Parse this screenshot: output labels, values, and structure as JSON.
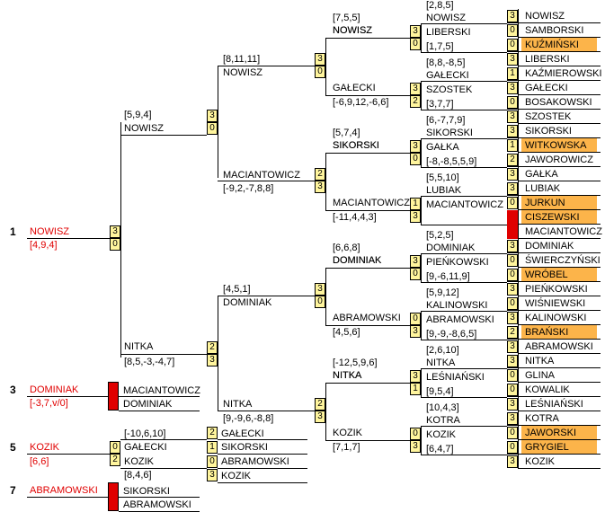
{
  "final": {
    "seed": "1",
    "name": "NOWISZ",
    "score": "[4,9,4]",
    "s1": "3",
    "s2": "0"
  },
  "semi": {
    "top": {
      "name": "NOWISZ",
      "score": "[5,9,4]",
      "s1": "3",
      "s2": "0"
    },
    "bottom": {
      "name": "NITKA",
      "score": "[8,5,-3,-4,7]",
      "s1": "2",
      "s2": "3"
    }
  },
  "quarter": {
    "q1": {
      "name": "NOWISZ",
      "score": "[8,11,11]",
      "s1": "3",
      "s2": "0"
    },
    "q2": {
      "name": "MACIANTOWICZ",
      "score": "[-9,2,-7,8,8]",
      "s1": "2",
      "s2": "3"
    },
    "q3": {
      "name": "DOMINIAK",
      "score": "[4,5,1]",
      "s1": "3",
      "s2": "0"
    },
    "q4": {
      "name": "NITKA",
      "score": "[9,-9,6,-8,8]",
      "s1": "2",
      "s2": "3"
    }
  },
  "r16": [
    {
      "name": "NOWISZ",
      "score": "[7,5,5]",
      "s1": "3",
      "s2": "0"
    },
    {
      "name": "GAŁECKI",
      "score": "[-6,9,12,-6,6]",
      "s1": "3",
      "s2": "2"
    },
    {
      "name": "SIKORSKI",
      "score": "[5,7,4]",
      "s1": "3",
      "s2": "0"
    },
    {
      "name": "MACIANTOWICZ",
      "score": "[-11,4,4,3]",
      "s1": "1",
      "s2": "3"
    },
    {
      "name": "DOMINIAK",
      "score": "[6,6,8]",
      "s1": "3",
      "s2": "0"
    },
    {
      "name": "ABRAMOWSKI",
      "score": "[4,5,6]",
      "s1": "0",
      "s2": "3"
    },
    {
      "name": "NITKA",
      "score": "[-12,5,9,6]",
      "s1": "3",
      "s2": "1"
    },
    {
      "name": "KOZIK",
      "score": "[7,1,7]",
      "s1": "0",
      "s2": "3"
    }
  ],
  "r32": [
    {
      "top": "NOWISZ",
      "bottom": "LIBERSKI",
      "score": "[2,8,5]",
      "bscore": "[1,7,5]",
      "s1": "3",
      "s2": "0"
    },
    {
      "top": "GAŁECKI",
      "bottom": "SZOSTEK",
      "score": "[8,8,-8,5]",
      "bscore": "[3,7,7]",
      "s1": "3",
      "s2": "2"
    },
    {
      "top": "SIKORSKI",
      "bottom": "GAŁKA",
      "score": "[6,-7,7,9]",
      "bscore": "[-8,-8,5,5,9]",
      "s1": "3",
      "s2": "0"
    },
    {
      "top": "LUBIAK",
      "bottom": "MACIANTOWICZ",
      "score": "[5,5,10]",
      "bscore": "",
      "s1": "1",
      "s2": "3"
    },
    {
      "top": "DOMINIAK",
      "bottom": "PIEŃKOWSKI",
      "score": "[5,2,5]",
      "bscore": "[9,-6,11,9]",
      "s1": "3",
      "s2": "0"
    },
    {
      "top": "KALINOWSKI",
      "bottom": "ABRAMOWSKI",
      "score": "[5,9,12]",
      "bscore": "[9,-9,-8,6,5]",
      "s1": "0",
      "s2": "3"
    },
    {
      "top": "NITKA",
      "bottom": "LEŚNIAŃSKI",
      "score": "[2,6,10]",
      "bscore": "[9,5,4]",
      "s1": "3",
      "s2": "1"
    },
    {
      "top": "KOTRA",
      "bottom": "KOZIK",
      "score": "[10,4,3]",
      "bscore": "[6,4,7]",
      "s1": "0",
      "s2": "3"
    }
  ],
  "r64": [
    {
      "name": "NOWISZ",
      "score": "3"
    },
    {
      "name": "SAMBORSKI",
      "score": "0"
    },
    {
      "name": "KUŹMIŃSKI",
      "score": "0"
    },
    {
      "name": "LIBERSKI",
      "score": "3"
    },
    {
      "name": "KAŹMIEROWSKI",
      "score": "1"
    },
    {
      "name": "GAŁECKI",
      "score": "3"
    },
    {
      "name": "BOSAKOWSKI",
      "score": "0"
    },
    {
      "name": "SZOSTEK",
      "score": "3"
    },
    {
      "name": "SIKORSKI",
      "score": "3"
    },
    {
      "name": "WITKOWSKA",
      "score": "1"
    },
    {
      "name": "JAWOROWICZ",
      "score": "2"
    },
    {
      "name": "GAŁKA",
      "score": "3"
    },
    {
      "name": "LUBIAK",
      "score": "3"
    },
    {
      "name": "JURKUN",
      "score": "0"
    },
    {
      "name": "CISZEWSKI",
      "score": ""
    },
    {
      "name": "MACIANTOWICZ",
      "score": ""
    },
    {
      "name": "DOMINIAK",
      "score": "3"
    },
    {
      "name": "ŚWIERCZYŃSKI",
      "score": "0"
    },
    {
      "name": "WRÓBEL",
      "score": "0"
    },
    {
      "name": "PIEŃKOWSKI",
      "score": "3"
    },
    {
      "name": "WIŚNIEWSKI",
      "score": "0"
    },
    {
      "name": "KALINOWSKI",
      "score": "3"
    },
    {
      "name": "BRAŃSKI",
      "score": "2"
    },
    {
      "name": "ABRAMOWSKI",
      "score": "3"
    },
    {
      "name": "NITKA",
      "score": "3"
    },
    {
      "name": "GLINA",
      "score": "0"
    },
    {
      "name": "KOWALIK",
      "score": "0"
    },
    {
      "name": "LEŚNIAŃSKI",
      "score": "3"
    },
    {
      "name": "KOTRA",
      "score": "3"
    },
    {
      "name": "JAWORSKI",
      "score": "0"
    },
    {
      "name": "GRYGIEL",
      "score": "0"
    },
    {
      "name": "KOZIK",
      "score": "3"
    }
  ],
  "placements": [
    {
      "seed": "3",
      "name": "DOMINIAK",
      "score": "[-3,7,v/0]",
      "m_top": "MACIANTOWICZ",
      "m_bottom": "DOMINIAK"
    },
    {
      "seed": "5",
      "name": "KOZIK",
      "score": "[6,6]",
      "s1": "0",
      "s2": "2",
      "m_top": "GAŁECKI",
      "m_bottom": "KOZIK",
      "m_score": "[-10,6,10]",
      "q_top": "SIKORSKI",
      "q_mid": "ABRAMOWSKI",
      "q_bot": "KOZIK",
      "qs1": "1",
      "qs2": "0",
      "qs3": "3",
      "qs0": "2",
      "q_head": "GAŁECKI",
      "q_score": "[8,4,6]"
    },
    {
      "seed": "7",
      "name": "ABRAMOWSKI",
      "m_top": "SIKORSKI",
      "m_bottom": "ABRAMOWSKI"
    }
  ],
  "colors": {
    "box": "#fff59d",
    "loser": "#fcb44a",
    "walkover": "#e00000",
    "winner_text": "#e00000"
  }
}
